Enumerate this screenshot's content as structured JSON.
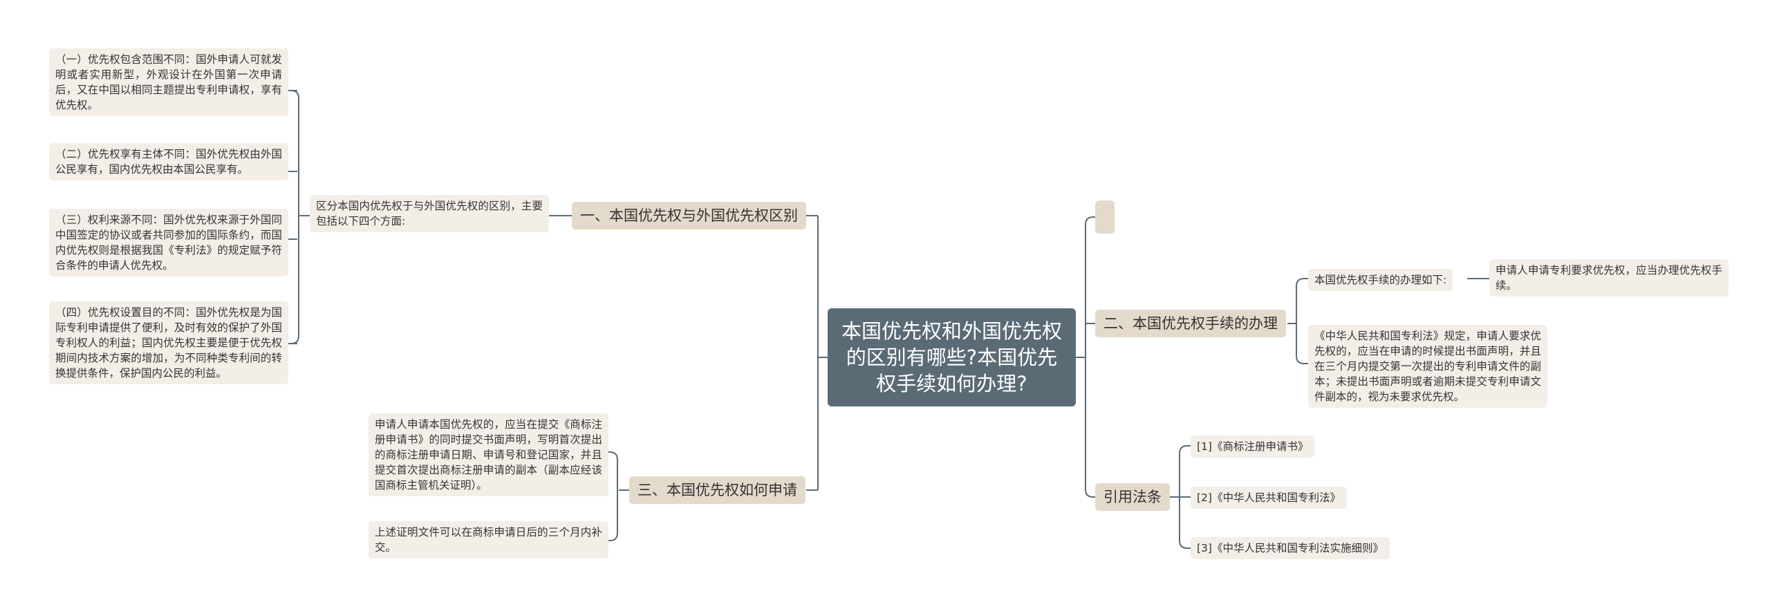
{
  "central_topic": "本国优先权和外国优先权的区别有哪些?本国优先权手续如何办理?",
  "branches": {
    "difference": {
      "label": "一、本国优先权与外国优先权区别",
      "summary": "区分本国内优先权于与外国优先权的区别，主要包括以下四个方面:",
      "points": [
        "（一）优先权包含范围不同：国外申请人可就发明或者实用新型，外观设计在外国第一次申请后，又在中国以相同主题提出专利申请权，享有优先权。",
        "（二）优先权享有主体不同：国外优先权由外国公民享有，国内优先权由本国公民享有。",
        "（三）权利来源不同：国外优先权来源于外国同中国签定的协议或者共同参加的国际条约，而国内优先权则是根据我国《专利法》的规定赋予符合条件的申请人优先权。",
        "（四）优先权设置目的不同：国外优先权是为国际专利申请提供了便利，及时有效的保护了外国专利权人的利益；国内优先权主要是便于优先权期间内技术方案的增加，为不同种类专利间的转换提供条件，保护国内公民的利益。"
      ]
    },
    "apply": {
      "label": "三、本国优先权如何申请",
      "points": [
        "申请人申请本国优先权的，应当在提交《商标注册申请书》的同时提交书面声明，写明首次提出的商标注册申请日期、申请号和登记国家，并且提交首次提出商标注册申请的副本（副本应经该国商标主管机关证明）。",
        "上述证明文件可以在商标申请日后的三个月内补交。"
      ]
    },
    "procedure": {
      "label": "二、本国优先权手续的办理",
      "intro": "本国优先权手续的办理如下:",
      "intro_detail": "申请人申请专利要求优先权，应当办理优先权手续。",
      "law_note": "《中华人民共和国专利法》规定，申请人要求优先权的，应当在申请的时候提出书面声明，并且在三个月内提交第一次提出的专利申请文件的副本；未提出书面声明或者逾期未提交专利申请文件副本的，视为未要求优先权。"
    },
    "laws": {
      "label": "引用法条",
      "items": [
        "[1]《商标注册申请书》",
        "[2]《中华人民共和国专利法》",
        "[3]《中华人民共和国专利法实施细则》"
      ]
    }
  },
  "colors": {
    "root_fill": "#5b6b76",
    "branch_fill": "#e4dacb",
    "leaf_fill": "#f3efe8",
    "connector": "#5b6b76",
    "text": "#333333"
  }
}
